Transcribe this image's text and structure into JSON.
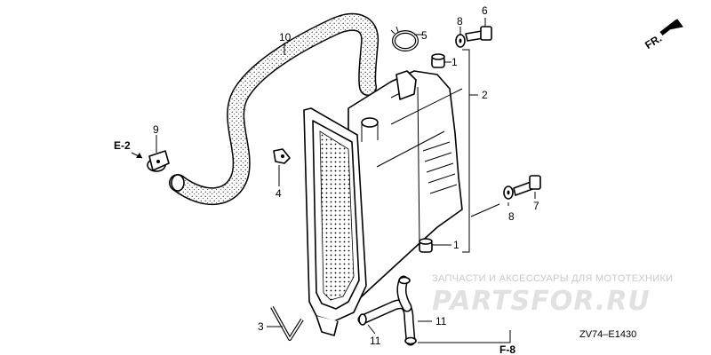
{
  "callouts": {
    "c1_top": "1",
    "c1_bottom": "1",
    "c2": "2",
    "c3": "3",
    "c4": "4",
    "c5": "5",
    "c6": "6",
    "c7": "7",
    "c8_top": "8",
    "c8_bottom": "8",
    "c9": "9",
    "c10": "10",
    "c11_left": "11",
    "c11_right": "11"
  },
  "references": {
    "left": "E-2",
    "bottom": "F-8"
  },
  "direction_label": "FR.",
  "diagram_code": "ZV74–E1430",
  "watermark": {
    "caption": "ЗАПЧАСТИ И АКСЕССУАРЫ ДЛЯ МОТОТЕХНИКИ",
    "logo": "PARTSFOR.RU"
  }
}
